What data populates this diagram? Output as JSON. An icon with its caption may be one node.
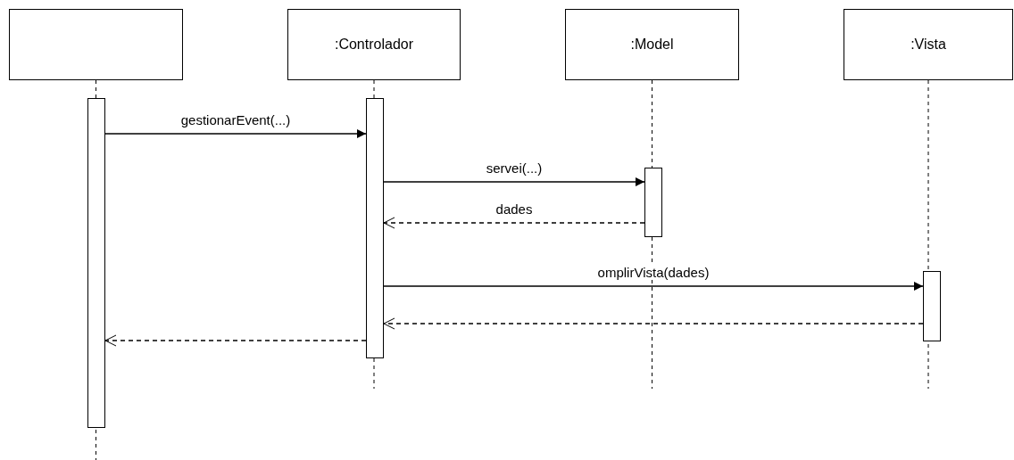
{
  "diagram": {
    "nodes": [
      {
        "text": [],
        "shape": "box"
      },
      {
        "text": [
          ":Controlador"
        ]
      },
      {
        "text": [
          ":Model"
        ]
      },
      {
        "text": [
          ":Vista"
        ]
      },
      {
        "text": [],
        "shape": "bar"
      },
      {
        "text": [],
        "shape": "bar"
      },
      {
        "text": [],
        "shape": "bar"
      },
      {
        "text": [],
        "shape": "bar"
      }
    ],
    "edges": [
      {
        "from": 4,
        "to": 5,
        "arrow": "to",
        "label": "gestionarEvent(...)"
      },
      {
        "from": 5,
        "to": 6,
        "arrow": "to",
        "label": "servei(...)"
      },
      {
        "from": 6,
        "to": 5,
        "arrow": "to",
        "label": "dades",
        "style": "dashed"
      },
      {
        "from": 5,
        "to": 7,
        "arrow": "to",
        "label": "omplirVista(dades)"
      },
      {
        "from": 7,
        "to": 5,
        "arrow": "to",
        "style": "dashed"
      },
      {
        "from": 5,
        "to": 4,
        "arrow": "to",
        "style": "dashed"
      }
    ]
  }
}
